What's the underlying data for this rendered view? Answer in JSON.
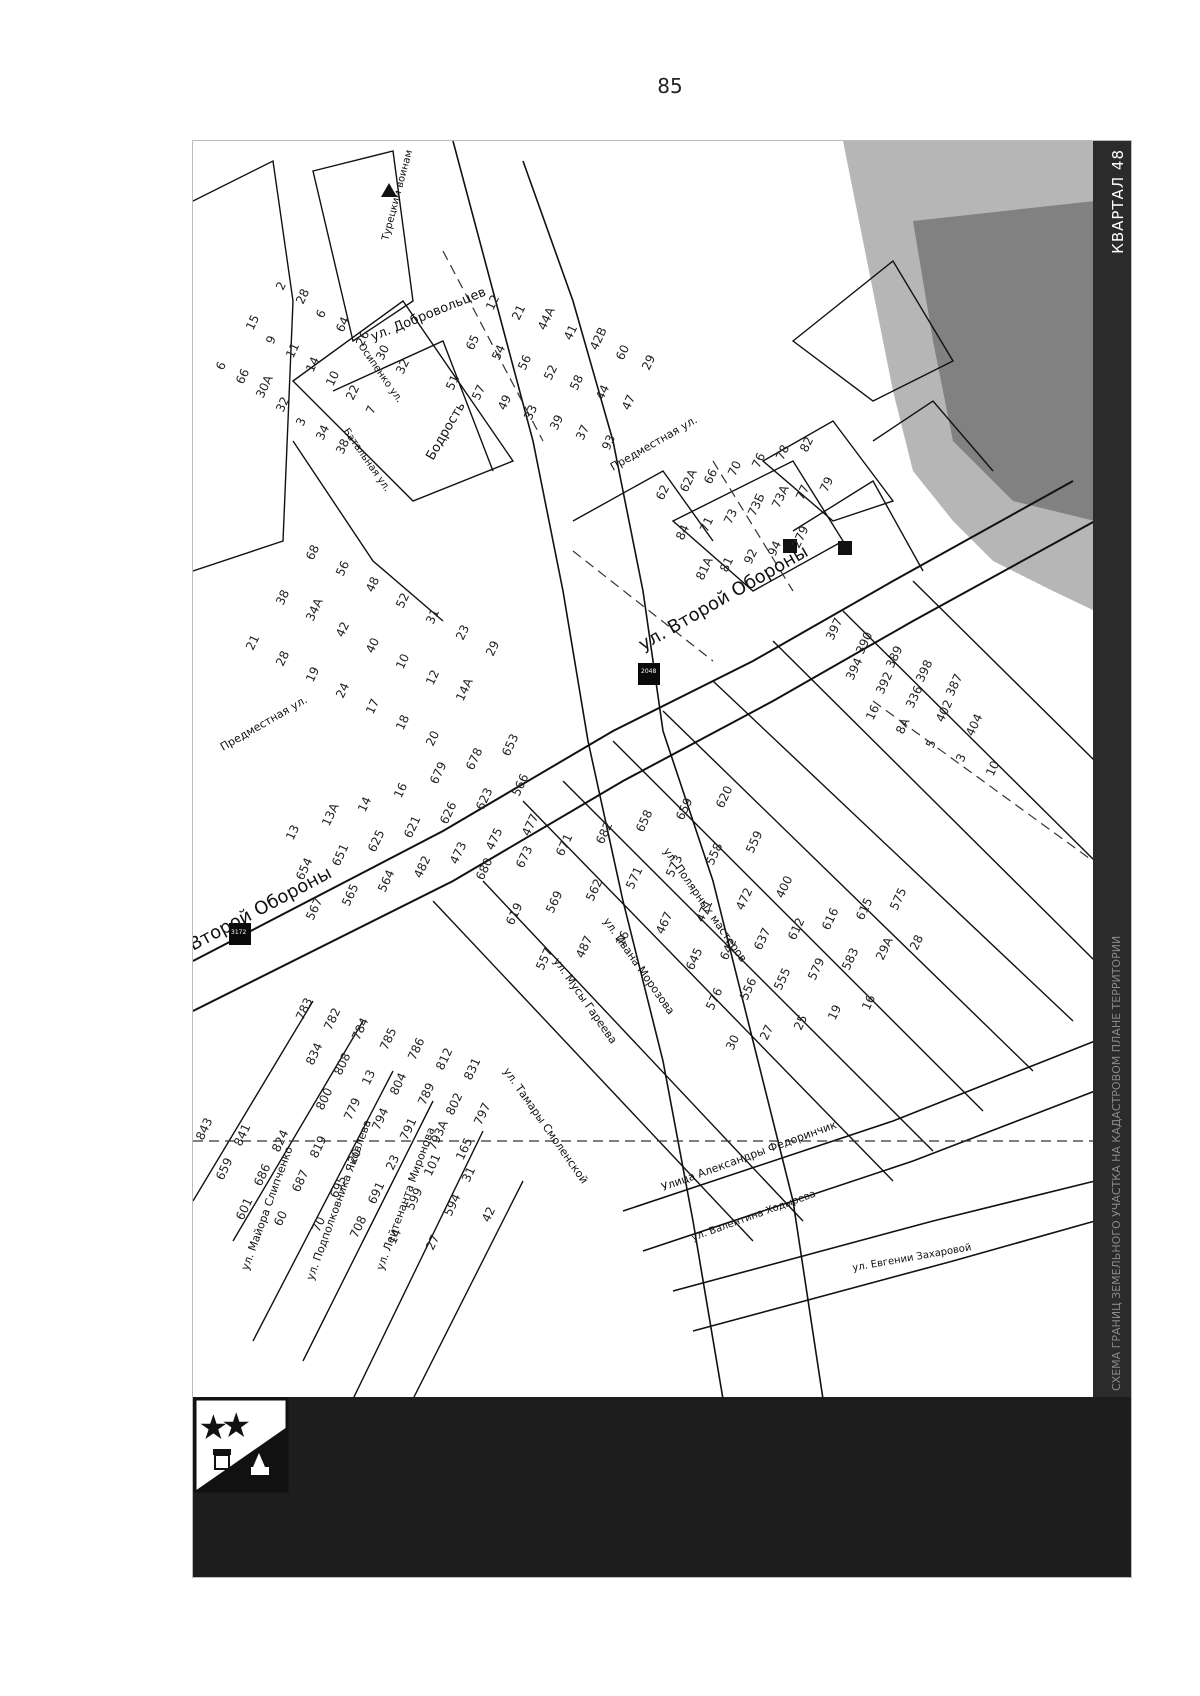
{
  "page_number": "85",
  "sidebar": {
    "title": "КВАРТАЛ 48",
    "caption": "СХЕМА ГРАНИЦ ЗЕМЕЛЬНОГО УЧАСТКА НА КАДАСТРОВОМ ПЛАНЕ ТЕРРИТОРИИ"
  },
  "streets": {
    "vtoroy_oborony_upper": "ул. Второй Обороны",
    "vtoroy_oborony_lower": "Второй Обороны",
    "dobrovoltsev": "ул. Добровольцев",
    "predmestnaya_1": "Предместная ул.",
    "predmestnaya_2": "Предместная ул.",
    "bodrost": "Бодрость",
    "batalnaya": "Батальная ул.",
    "osipenko": "Осипенко ул.",
    "turetskim_voinam": "Турецким воинам",
    "ivana_morozova": "ул. Ивана Морозова",
    "musy_gareeva": "ул. Мусы Гареева",
    "tamary_smolenskoy": "ул. Тамары Смоленской",
    "kustarnaya": "ул. Полярных мастеров",
    "aleksandra_fedorinchik": "Улица Александры Федоринчик",
    "valentina_hodyreva": "ул. Валентина Ходырева",
    "evgenii_zaharovoi": "ул. Евгении Захаровой",
    "mayora_sliusarenko": "ул. Майора Слипченко",
    "podpolkovnika_yakovleva": "ул. Подполковника Яковлева",
    "lejtenanta_mironova": "ул. Лейтенанта Миронова"
  },
  "markers": {
    "marker_1": "2048",
    "marker_2": "3172"
  },
  "house_numbers": {
    "row_a": [
      "2",
      "28",
      "6",
      "64",
      "26",
      "30",
      "32",
      "15",
      "9",
      "11",
      "14",
      "10",
      "22",
      "7",
      "6",
      "66",
      "30А",
      "32",
      "3",
      "34",
      "38"
    ],
    "row_b": [
      "12",
      "21",
      "44А",
      "41",
      "42В",
      "60",
      "29",
      "65",
      "54",
      "56",
      "52",
      "58",
      "44",
      "47",
      "51",
      "57",
      "49",
      "33",
      "39",
      "37",
      "93"
    ],
    "row_c": [
      "62",
      "62А",
      "66",
      "70",
      "76",
      "78",
      "82",
      "84",
      "71",
      "73",
      "73Б",
      "73А",
      "77",
      "79",
      "81А",
      "81",
      "92",
      "94",
      "279"
    ],
    "row_d": [
      "68",
      "56",
      "48",
      "52",
      "31",
      "23",
      "29",
      "38",
      "34А",
      "42",
      "40",
      "10",
      "12",
      "14А",
      "21",
      "28",
      "19",
      "24",
      "17",
      "18",
      "20"
    ],
    "row_e": [
      "13",
      "13А",
      "14",
      "16",
      "679",
      "678",
      "653",
      "654",
      "651",
      "625",
      "621",
      "626",
      "623",
      "566",
      "567",
      "565",
      "564",
      "482",
      "473",
      "475",
      "477"
    ],
    "row_f": [
      "680",
      "673",
      "671",
      "682",
      "658",
      "659",
      "620",
      "619",
      "569",
      "562",
      "571",
      "573",
      "558",
      "559",
      "557",
      "487",
      "16",
      "467",
      "471",
      "472",
      "400"
    ],
    "row_g": [
      "783",
      "782",
      "784",
      "785",
      "786",
      "812",
      "831",
      "834",
      "808",
      "13",
      "804",
      "789",
      "802",
      "797",
      "800",
      "779",
      "794",
      "791",
      "793А",
      "165"
    ],
    "row_h": [
      "645",
      "642",
      "637",
      "612",
      "616",
      "615",
      "575",
      "576",
      "556",
      "555",
      "579",
      "583",
      "29А",
      "28",
      "30",
      "27",
      "25",
      "19",
      "16"
    ],
    "row_i": [
      "843",
      "841",
      "824",
      "819",
      "20",
      "23",
      "101",
      "31",
      "659",
      "686",
      "687",
      "695",
      "691",
      "599",
      "594",
      "42",
      "601",
      "60",
      "70",
      "708",
      "14",
      "27"
    ],
    "row_j": [
      "397",
      "390",
      "389",
      "398",
      "387",
      "394",
      "392",
      "336",
      "402",
      "404",
      "16",
      "8А",
      "5",
      "3",
      "10"
    ]
  }
}
